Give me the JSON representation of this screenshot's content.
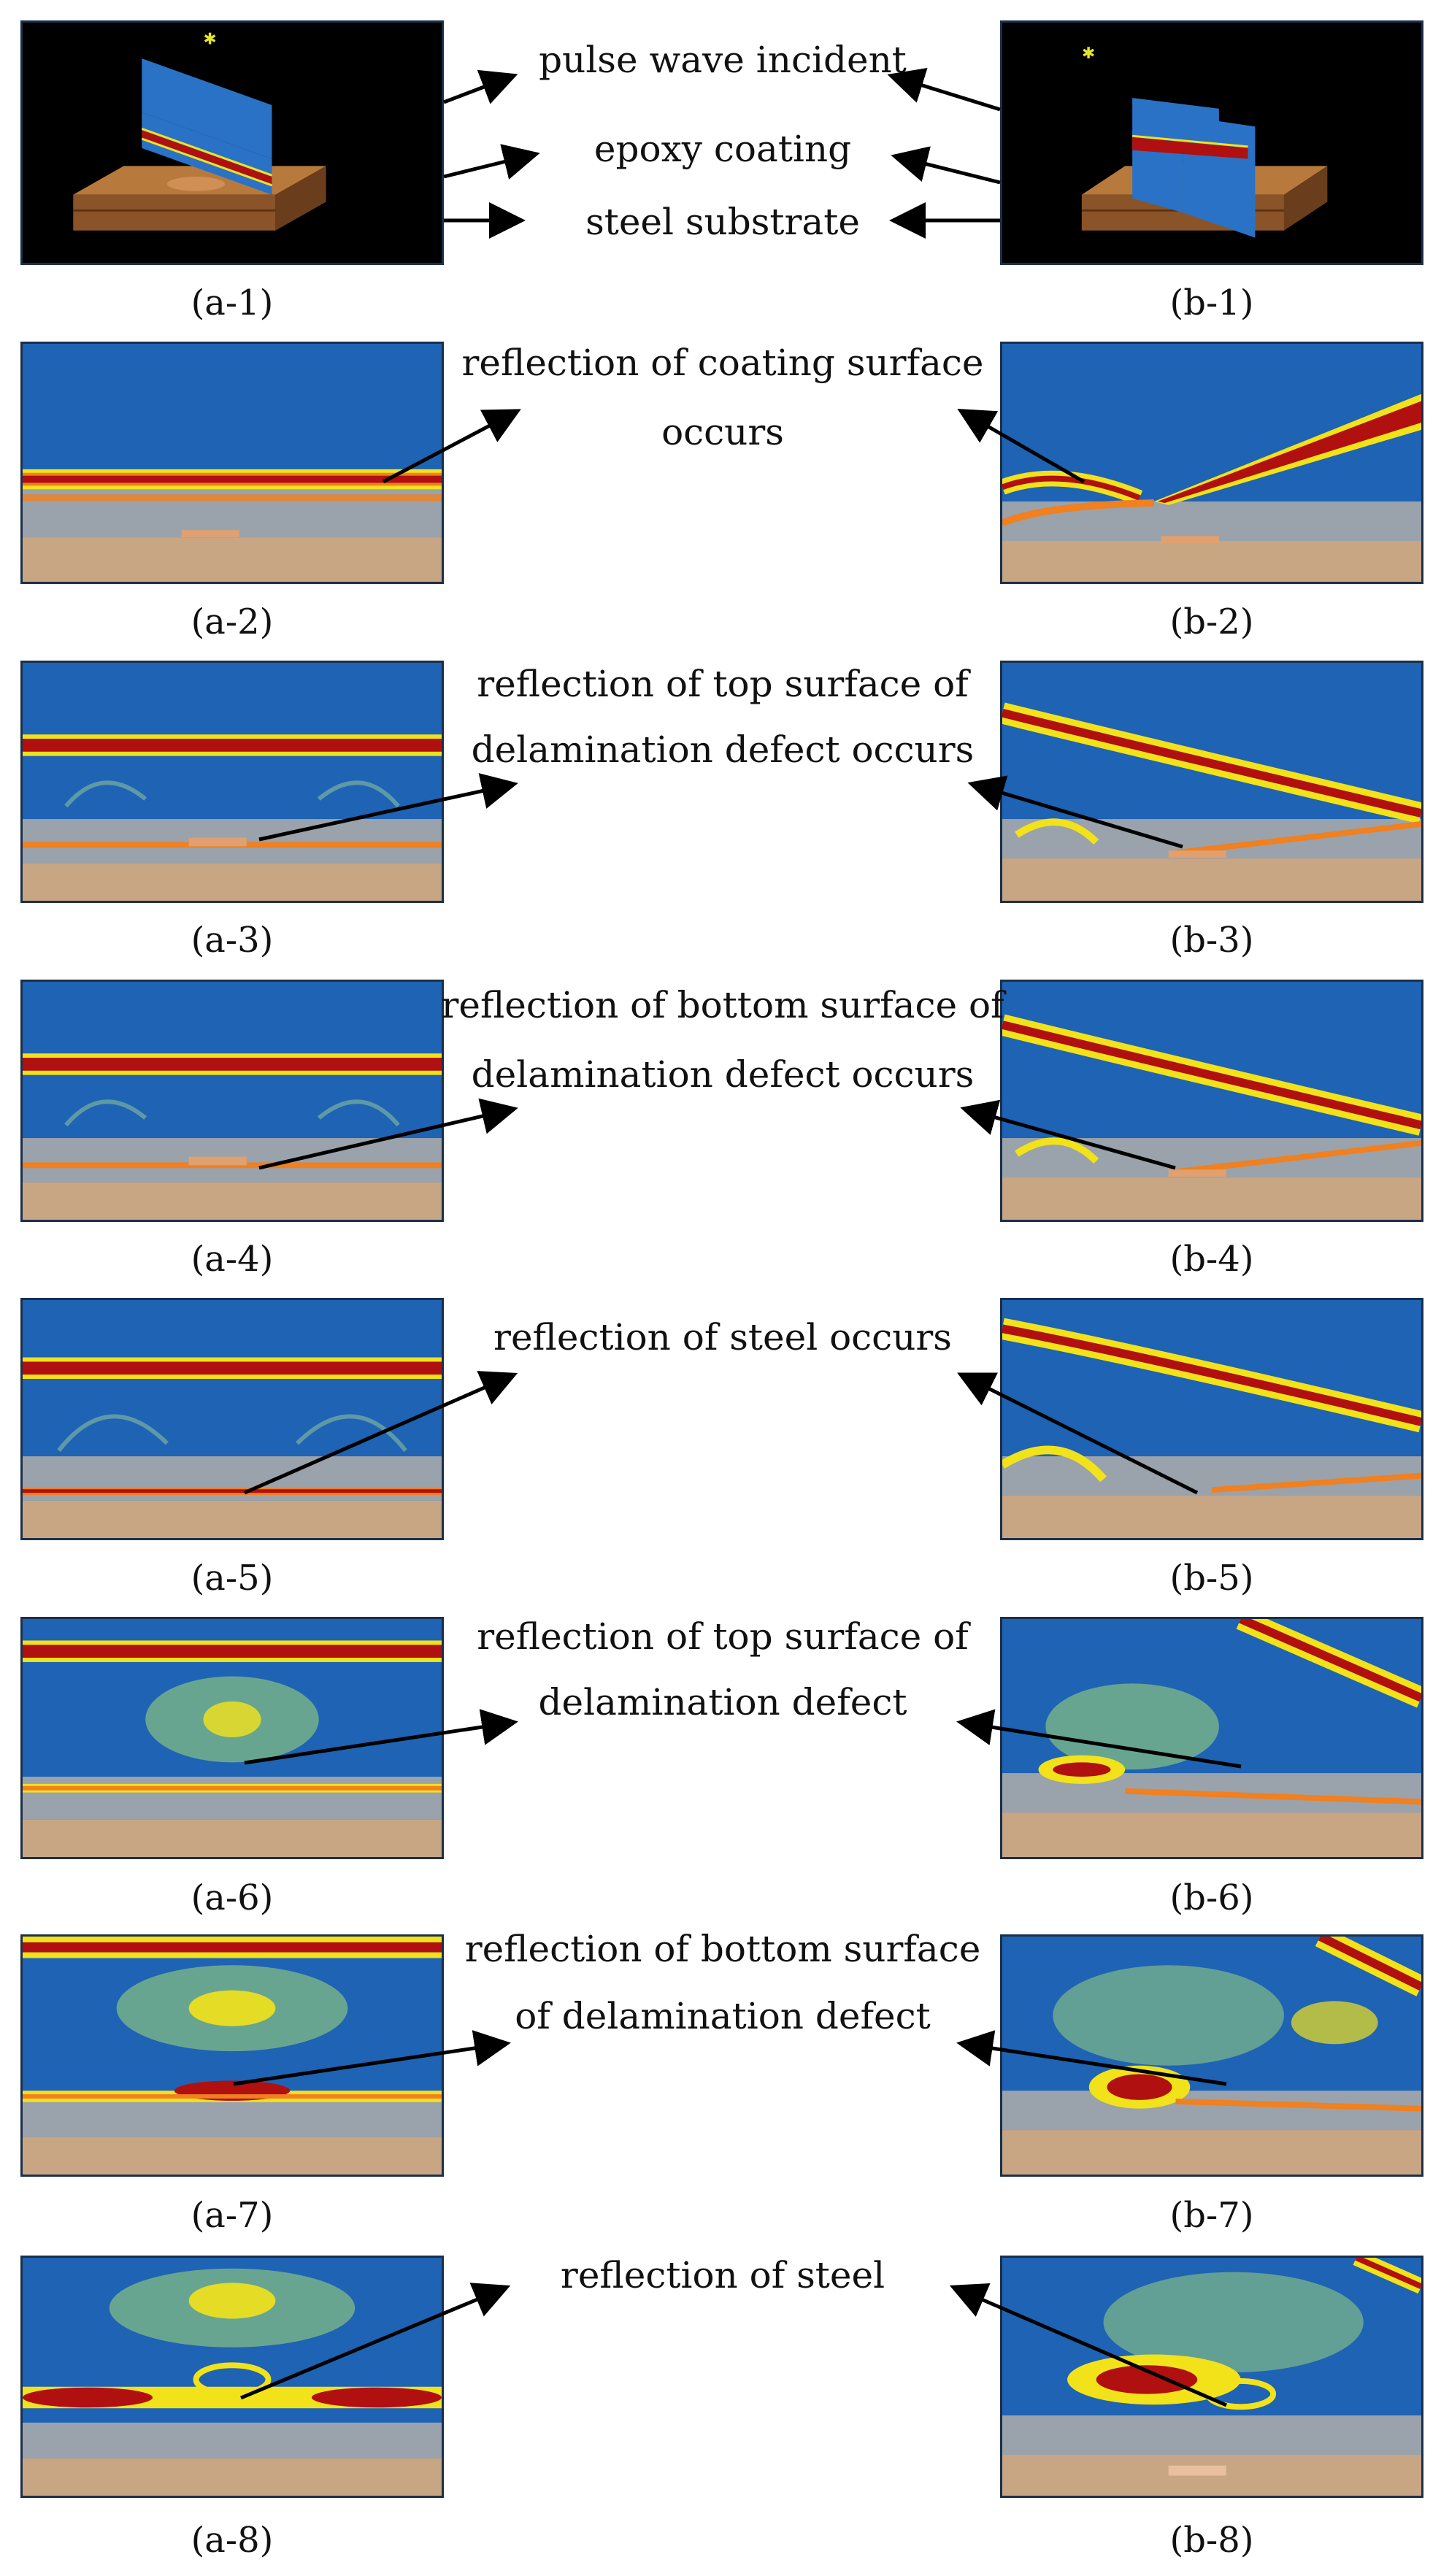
{
  "figure": {
    "captions": [
      "(a-1)",
      "(b-1)",
      "(a-2)",
      "(b-2)",
      "(a-3)",
      "(b-3)",
      "(a-4)",
      "(b-4)",
      "(a-5)",
      "(b-5)",
      "(a-6)",
      "(b-6)",
      "(a-7)",
      "(b-7)",
      "(a-8)",
      "(b-8)"
    ],
    "row1_labels": [
      "pulse wave incident",
      "epoxy coating",
      "steel substrate"
    ],
    "row2_labels": [
      "reflection of coating surface",
      "occurs"
    ],
    "row3_labels": [
      "reflection of top surface of",
      "delamination defect occurs"
    ],
    "row4_labels": [
      "reflection of bottom surface of",
      "delamination defect occurs"
    ],
    "row5_labels": [
      "reflection of steel occurs"
    ],
    "row6_labels": [
      "reflection of top surface of",
      "delamination defect"
    ],
    "row7_labels": [
      "reflection of bottom surface",
      "of delamination defect"
    ],
    "row8_labels": [
      "reflection of steel"
    ],
    "colors": {
      "wave_blue": "#1e63b4",
      "wave_red": "#b01010",
      "wave_yellow": "#f2e21a",
      "coating_gray": "#9aa3ab",
      "steel_tan": "#c8a684",
      "frame": "#1b2f4a"
    }
  }
}
